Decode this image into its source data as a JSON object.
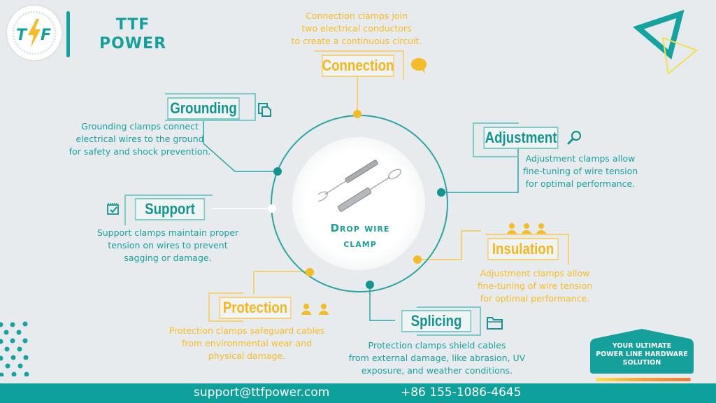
{
  "brand": {
    "logo_text": "TF",
    "name_line1": "TTF",
    "name_line2": "POWER"
  },
  "center": {
    "title_line1": "Drop wire",
    "title_line2": "clamp",
    "image": "drop-wire-clamp-photo"
  },
  "categories": [
    {
      "id": "connection",
      "label": "Connection",
      "color": "#f4bd25",
      "icon": "speech-bubble-icon",
      "description": [
        "Connection clamps join",
        "two electrical conductors",
        "to create a continuous circuit."
      ]
    },
    {
      "id": "grounding",
      "label": "Grounding",
      "color": "#16a09b",
      "icon": "copy-icon",
      "description": [
        "Grounding clamps connect",
        "electrical wires to the ground",
        "for safety and shock prevention."
      ]
    },
    {
      "id": "adjustment",
      "label": "Adjustment",
      "color": "#16a09b",
      "icon": "search-icon",
      "description": [
        "Adjustment clamps allow",
        "fine-tuning of wire tension",
        "for optimal performance."
      ]
    },
    {
      "id": "support",
      "label": "Support",
      "color": "#16a09b",
      "icon": "checklist-icon",
      "description": [
        "Support clamps maintain proper",
        "tension on wires to prevent",
        "sagging or damage."
      ]
    },
    {
      "id": "insulation",
      "label": "Insulation",
      "color": "#f4bd25",
      "icon": "users-icon",
      "description": [
        "Adjustment clamps allow",
        "fine-tuning of wire tension",
        "for optimal performance."
      ]
    },
    {
      "id": "protection",
      "label": "Protection",
      "color": "#f4bd25",
      "icon": "users-icon",
      "description": [
        "Protection clamps safeguard cables",
        "from environmental wear and",
        "physical damage."
      ]
    },
    {
      "id": "splicing",
      "label": "Splicing",
      "color": "#16a09b",
      "icon": "folder-icon",
      "description": [
        "Protection clamps shield cables",
        "from external damage, like abrasion, UV",
        "exposure, and weather conditions."
      ]
    }
  ],
  "badge": {
    "line1": "YOUR ULTIMATE",
    "line2": "POWER LINE HARDWARE",
    "line3": "SOLUTION"
  },
  "footer": {
    "email": "support@ttfpower.com",
    "phone": "+86 155-1086-4645"
  },
  "colors": {
    "teal": "#16a09b",
    "gold": "#f4bd25",
    "background": "#e8ebee"
  }
}
